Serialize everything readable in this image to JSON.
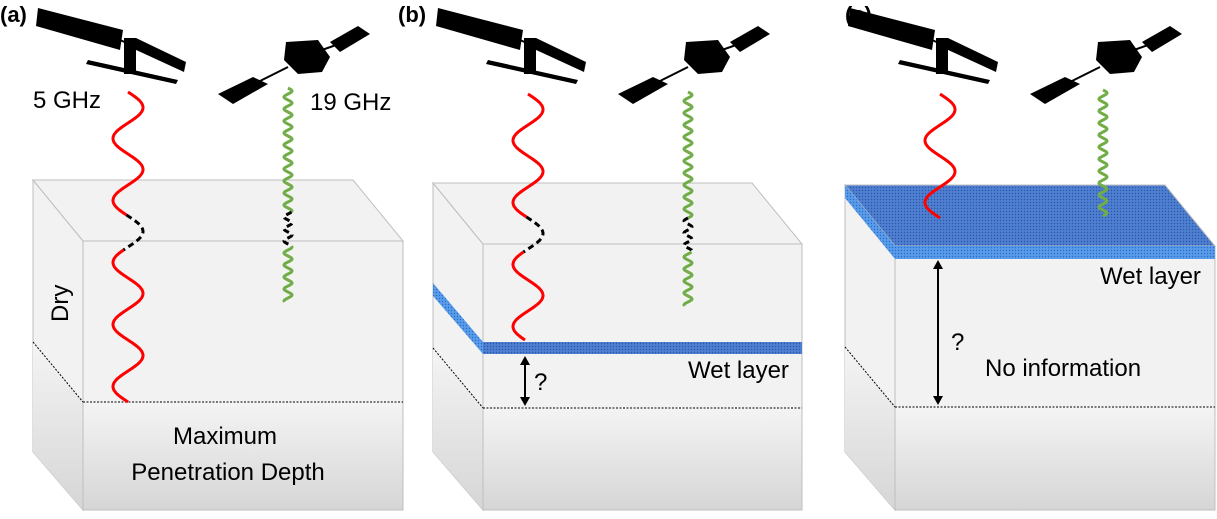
{
  "panels": [
    {
      "label": "(a)",
      "freq_low": "5 GHz",
      "freq_high": "19 GHz",
      "side_label": "Dry",
      "depth_label_1": "Maximum",
      "depth_label_2": "Penetration Depth"
    },
    {
      "label": "(b)",
      "wet_label": "Wet layer",
      "question": "?"
    },
    {
      "label": "(c)",
      "wet_label": "Wet layer",
      "question": "?",
      "info_label": "No information"
    }
  ],
  "colors": {
    "low_freq_wave": "#ff0000",
    "high_freq_wave": "#70ad47",
    "wet_layer": "#4472c4",
    "snow_box": "#f2f2f2"
  },
  "icons": [
    "satellite-icon",
    "satellite-icon"
  ]
}
